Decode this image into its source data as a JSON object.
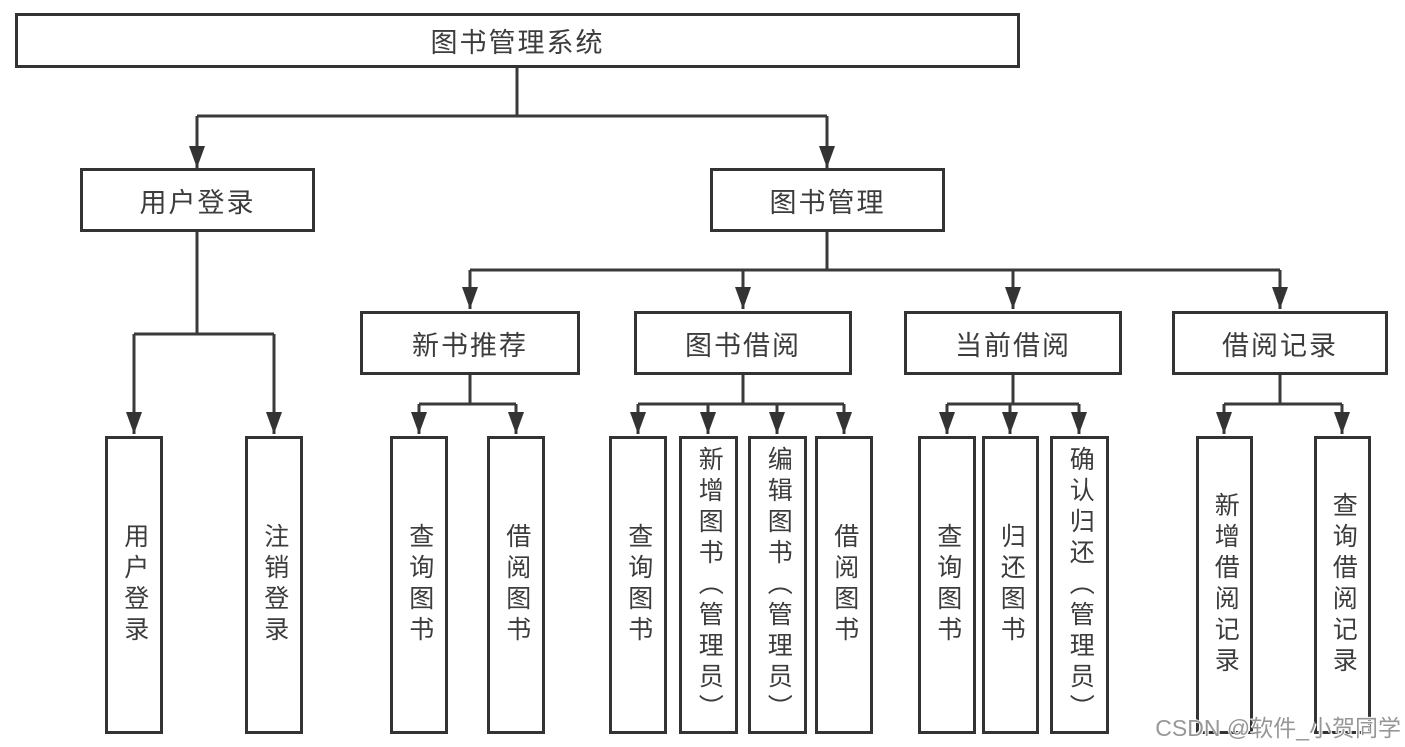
{
  "diagram": {
    "type": "hierarchy-tree",
    "root": "图书管理系统",
    "level2": {
      "user_login": "用户登录",
      "book_mgmt": "图书管理"
    },
    "level3": {
      "new_book_rec": "新书推荐",
      "book_borrow": "图书借阅",
      "current_borrow": "当前借阅",
      "borrow_records": "借阅记录"
    },
    "leaves": {
      "login": "用户登录",
      "logout": "注销登录",
      "rec_query_book": "查询图书",
      "rec_borrow_book": "借阅图书",
      "bb_query_book": "查询图书",
      "bb_add_book": "新增图书（管理员）",
      "bb_edit_book": "编辑图书（管理员）",
      "bb_borrow_book": "借阅图书",
      "cb_query_book": "查询图书",
      "cb_return_book": "归还图书",
      "cb_confirm_return": "确认归还（管理员）",
      "br_add_record": "新增借阅记录",
      "br_query_record": "查询借阅记录"
    }
  },
  "watermark": "CSDN @软件_小贺同学",
  "colors": {
    "line": "#3a3a3a",
    "border": "#333333",
    "text": "#3c3c3c",
    "watermark": "#979797",
    "background": "#ffffff"
  }
}
